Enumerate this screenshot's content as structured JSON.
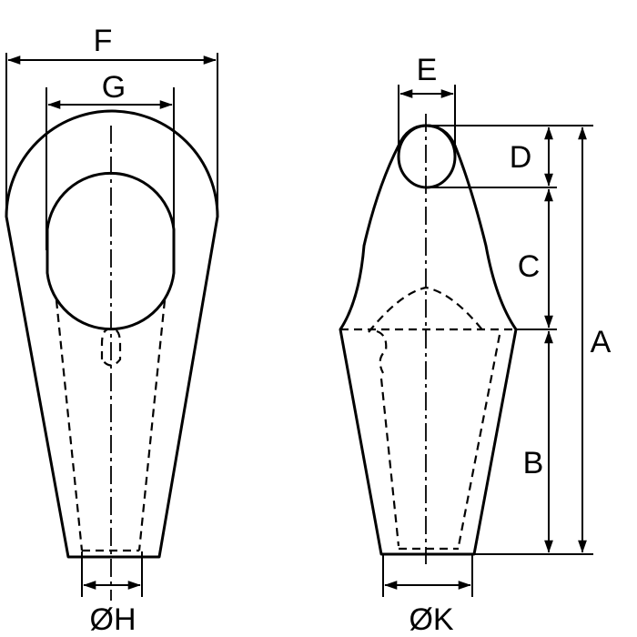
{
  "labels": {
    "F": "F",
    "G": "G",
    "H": "ØH",
    "E": "E",
    "D": "D",
    "C": "C",
    "B": "B",
    "A": "A",
    "K": "ØK"
  },
  "colors": {
    "line": "#000000",
    "background": "#ffffff"
  }
}
